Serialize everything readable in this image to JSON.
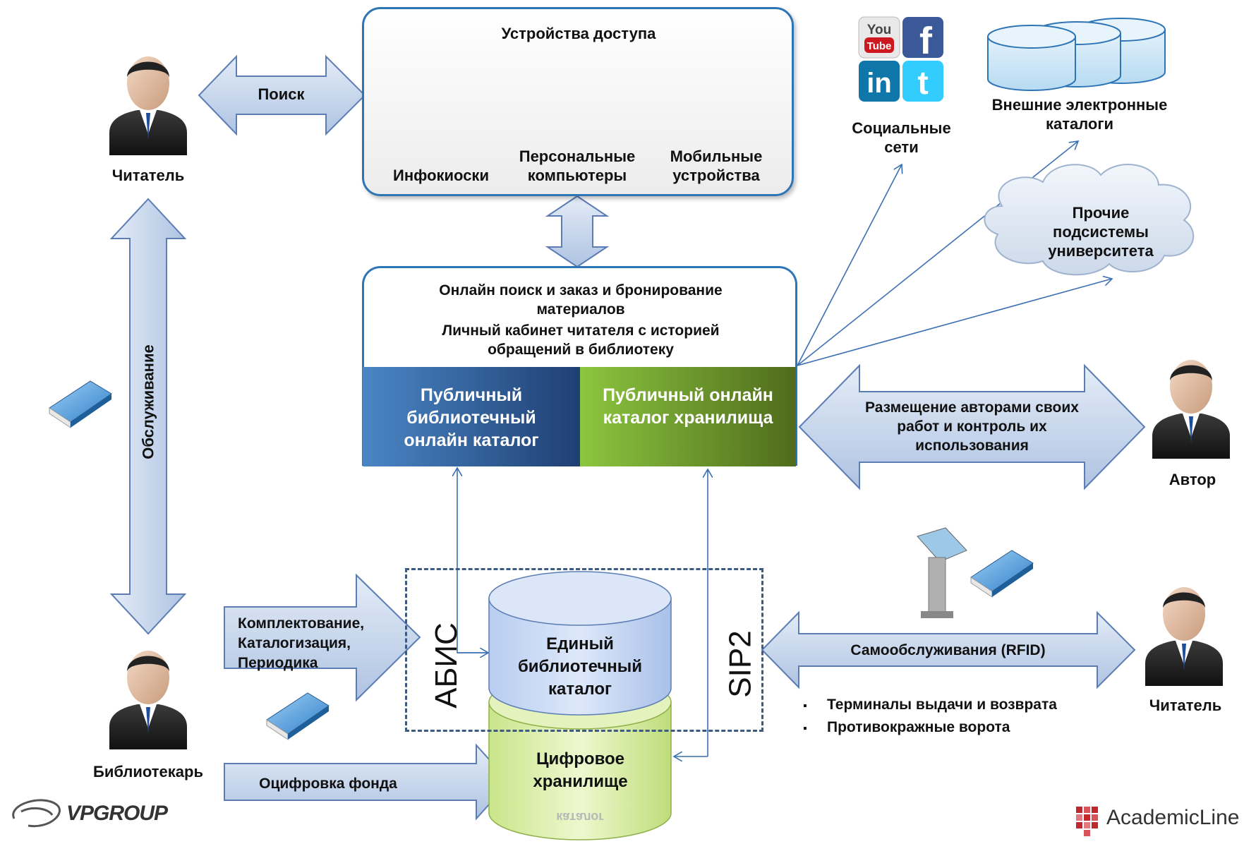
{
  "access_devices": {
    "title": "Устройства доступа",
    "kiosk": "Инфокиоски",
    "pc": "Персональные компьютеры",
    "mobile": "Мобильные устройства"
  },
  "arrows": {
    "search": "Поиск",
    "service": "Обслуживание",
    "acquisition": [
      "Комплектование,",
      "Каталогизация,",
      "Периодика"
    ],
    "digitization": "Оцифровка фонда",
    "authors": "Размещение авторами своих работ и контроль их использования",
    "self_service": "Самообслуживания (RFID)"
  },
  "actors": {
    "reader_top": "Читатель",
    "librarian": "Библиотекарь",
    "author": "Автор",
    "reader_bottom": "Читатель"
  },
  "external": {
    "social": "Социальные сети",
    "catalogs": "Внешние электронные каталоги",
    "other": "Прочие подсистемы университета",
    "social_icons": [
      "youtube-icon",
      "facebook-icon",
      "linkedin-icon",
      "twitter-icon"
    ],
    "youtube_text": [
      "You",
      "Tube"
    ],
    "facebook_text": "f",
    "linkedin_text": "in",
    "twitter_text": "t"
  },
  "online": {
    "line1": "Онлайн поиск и заказ и бронирование материалов",
    "line2": "Личный кабинет читателя с историей обращений в библиотеку",
    "public_catalog": "Публичный библиотечный онлайн каталог",
    "repo_catalog": "Публичный онлайн каталог хранилища"
  },
  "core": {
    "abis": "АБИС",
    "sip2": "SIP2",
    "unified": "Единый библиотечный каталог",
    "digital": "Цифровое хранилище",
    "reflection": "каталог"
  },
  "bullets": [
    "Терминалы выдачи и возврата",
    "Противокражные ворота"
  ],
  "logos": {
    "vp": "VPGROUP",
    "academic": "AcademicLine"
  },
  "colors": {
    "arrow_fill": "#c5d5ec",
    "arrow_stroke": "#5b7db3",
    "blue_line": "#2e75b6",
    "catalog_blue": "#2f5597",
    "catalog_green": "#6a8f2a"
  }
}
